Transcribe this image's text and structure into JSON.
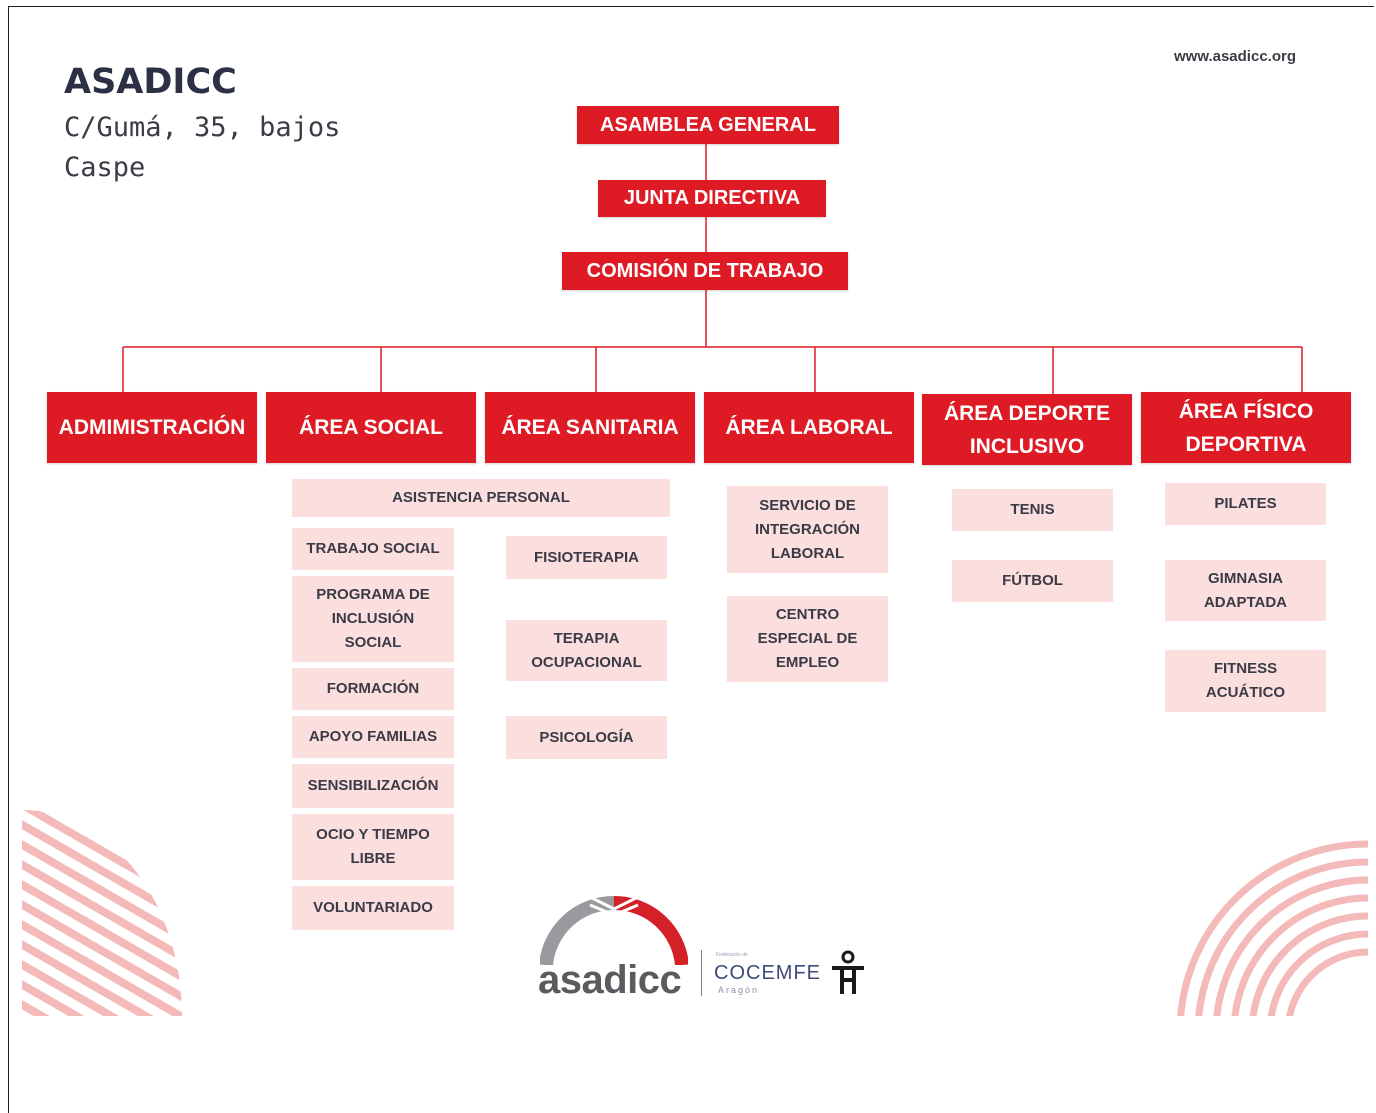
{
  "header": {
    "org_name": "ASADICC",
    "address_line1": "C/Gumá, 35, bajos",
    "address_line2": "Caspe",
    "website": "www.asadicc.org"
  },
  "hierarchy": {
    "assembly": "ASAMBLEA GENERAL",
    "board": "JUNTA DIRECTIVA",
    "commission": "COMISIÓN DE TRABAJO"
  },
  "areas": {
    "admin": "ADMIMISTRACIÓN",
    "social": "ÁREA SOCIAL",
    "sanitaria": "ÁREA SANITARIA",
    "laboral": "ÁREA LABORAL",
    "deporte": "ÁREA DEPORTE\nINCLUSIVO",
    "fisico": "ÁREA FÍSICO\nDEPORTIVA"
  },
  "shared": {
    "asistencia": "ASISTENCIA PERSONAL"
  },
  "social_items": [
    "TRABAJO SOCIAL",
    "PROGRAMA DE\nINCLUSIÓN\nSOCIAL",
    "FORMACIÓN",
    "APOYO FAMILIAS",
    "SENSIBILIZACIÓN",
    "OCIO Y TIEMPO\nLIBRE",
    "VOLUNTARIADO"
  ],
  "sanitaria_items": [
    "FISIOTERAPIA",
    "TERAPIA\nOCUPACIONAL",
    "PSICOLOGÍA"
  ],
  "laboral_items": [
    "SERVICIO DE\nINTEGRACIÓN\nLABORAL",
    "CENTRO\nESPECIAL DE\nEMPLEO"
  ],
  "deporte_items": [
    "TENIS",
    "FÚTBOL"
  ],
  "fisico_items": [
    "PILATES",
    "GIMNASIA\nADAPTADA",
    "FITNESS\nACUÁTICO"
  ],
  "logo": {
    "asadicc_word": "asadicc",
    "federation_small": "Federación de",
    "cocemfe_word": "COCEMFE",
    "cocemfe_region": "Aragón",
    "asadicc_icon": "asadicc-hands-logo",
    "cocemfe_icon": "person-figure-icon"
  },
  "colors": {
    "primary_red": "#de1b25",
    "pink_box": "#fbdfdf",
    "text_dark": "#2b3044",
    "deco_stripe": "#f4b9b9"
  }
}
